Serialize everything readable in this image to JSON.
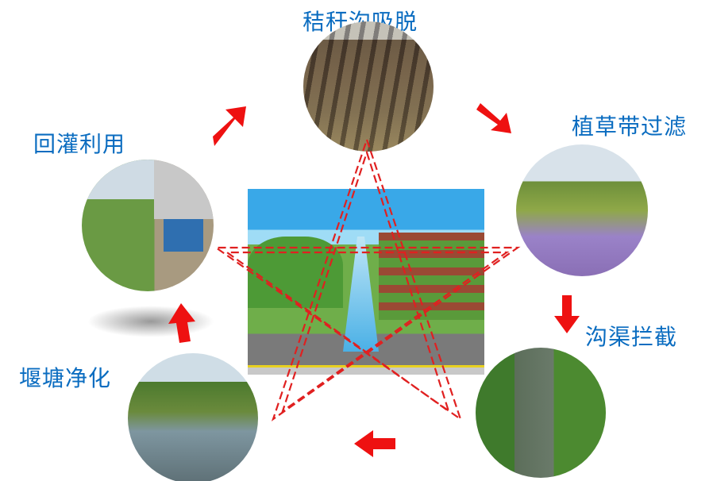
{
  "stages": [
    {
      "id": "straw-ditch",
      "label": "秸秆沟吸脱"
    },
    {
      "id": "grass-strip",
      "label": "植草带过滤"
    },
    {
      "id": "ditch-interception",
      "label": "沟渠拦截"
    },
    {
      "id": "pond-purification",
      "label": "堰塘净化"
    },
    {
      "id": "reuse-irrigation",
      "label": "回灌利用"
    }
  ],
  "colors": {
    "label": "#0a6cc0",
    "arrow": "#ee1111",
    "star": "#e02020"
  }
}
